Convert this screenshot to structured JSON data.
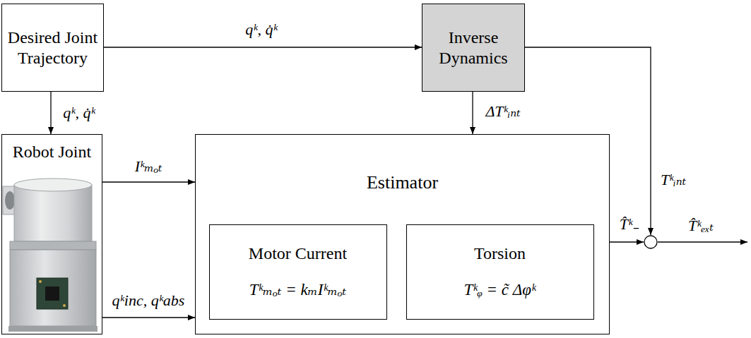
{
  "diagram": {
    "nodes": [
      {
        "text": [
          "Desired Joint Trajectory"
        ]
      },
      {
        "text": [
          "Inverse Dynamics"
        ]
      },
      {
        "text": [
          "Robot Joint"
        ]
      },
      {
        "text": [
          "Estimator"
        ]
      },
      {
        "text": [
          "Motor Current",
          "Tᵏₘₒₜ = kₘIᵏₘₒₜ"
        ],
        "in": 3
      },
      {
        "text": [
          "Torsion",
          "Tᵏᵩ = c̃ Δφᵏ"
        ],
        "in": 3
      },
      {
        "text": [
          "−"
        ]
      }
    ],
    "edges": [
      {
        "from": 0,
        "to": 1,
        "label": "qᵏ, q̇ᵏ",
        "arrow": "to"
      },
      {
        "from": 0,
        "to": 2,
        "label": "qᵏ, q̇ᵏ",
        "arrow": "to"
      },
      {
        "from": 1,
        "to": 3,
        "label": "ΔTᵏᵢₙₜ",
        "arrow": "to"
      },
      {
        "from": 2,
        "to": 3,
        "label": "Iᵏₘₒₜ",
        "arrow": "to"
      },
      {
        "from": 2,
        "to": 3,
        "label": "qᵏinc, qᵏabs",
        "arrow": "to"
      },
      {
        "from": 3,
        "to": 6,
        "label": "T̂ᵏ",
        "arrow": "to"
      },
      {
        "from": 1,
        "to": 6,
        "label": "Tᵏᵢₙₜ",
        "arrow": "to"
      }
    ],
    "labels": [
      "T̂ᵏₑₓₜ"
    ]
  }
}
